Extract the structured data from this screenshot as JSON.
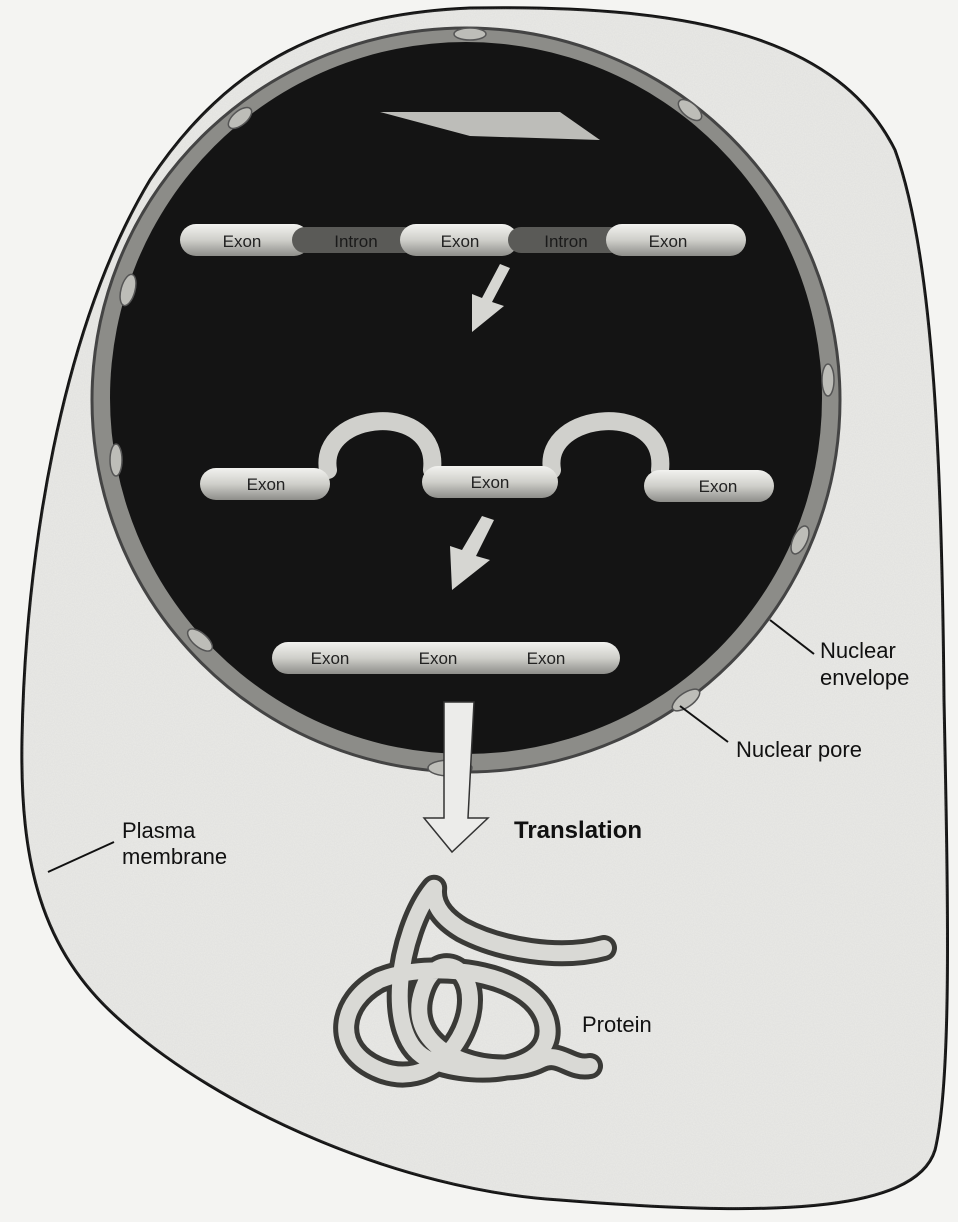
{
  "diagram": {
    "pre_mrna": {
      "segments": [
        "Exon",
        "Intron",
        "Exon",
        "Intron",
        "Exon"
      ]
    },
    "splicing": {
      "exons": [
        "Exon",
        "Exon",
        "Exon"
      ]
    },
    "mature_mrna": {
      "exons": [
        "Exon",
        "Exon",
        "Exon"
      ]
    },
    "labels": {
      "nuclear_envelope_line1": "Nuclear",
      "nuclear_envelope_line2": "envelope",
      "nuclear_pore": "Nuclear pore",
      "plasma_membrane_line1": "Plasma",
      "plasma_membrane_line2": "membrane",
      "translation": "Translation",
      "protein": "Protein"
    },
    "colors": {
      "nucleus": "#141414",
      "cytoplasm": "#e9e9e6",
      "strand": "#c9c9c5",
      "arrow": "#cfcfcb"
    }
  }
}
